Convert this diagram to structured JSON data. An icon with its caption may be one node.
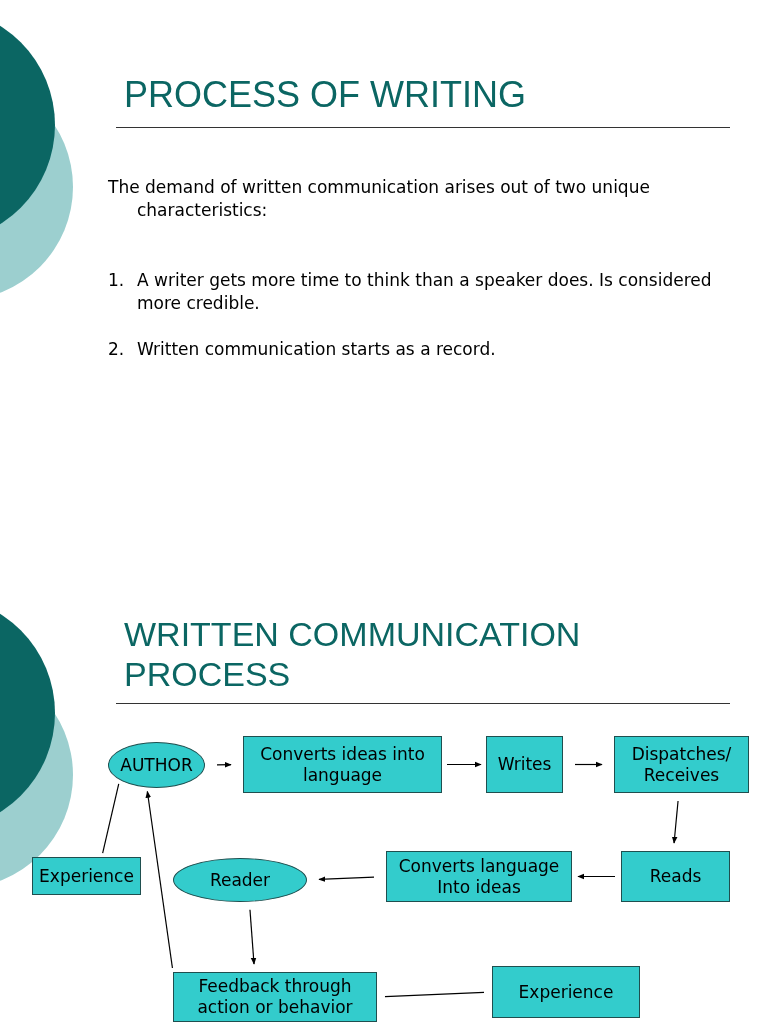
{
  "diagram": {
    "title": "PROCESS OF WRITING",
    "nodes": [
      {
        "text": [
          "AUTHOR"
        ]
      },
      {
        "text": [
          "Converts ideas into language"
        ]
      },
      {
        "text": [
          "Writes"
        ]
      },
      {
        "text": [
          "Dispatches/ Receives"
        ]
      },
      {
        "text": [
          "Experience"
        ]
      },
      {
        "text": [
          "Reader"
        ]
      },
      {
        "text": [
          "Converts language Into ideas"
        ]
      },
      {
        "text": [
          "Reads"
        ]
      },
      {
        "text": [
          "Feedback through action or behavior"
        ]
      },
      {
        "text": [
          "Experience"
        ]
      }
    ],
    "edges": [
      {
        "from": 0,
        "to": 1,
        "arrow": "to"
      },
      {
        "from": 1,
        "to": 2,
        "arrow": "to"
      },
      {
        "from": 2,
        "to": 3,
        "arrow": "to"
      },
      {
        "from": 3,
        "to": 7,
        "arrow": "to"
      },
      {
        "from": 7,
        "to": 6,
        "arrow": "to"
      },
      {
        "from": 6,
        "to": 5,
        "arrow": "to"
      },
      {
        "from": 5,
        "to": 8,
        "arrow": "to"
      },
      {
        "from": 8,
        "to": 0,
        "arrow": "to"
      },
      {
        "from": 4,
        "to": 0,
        "arrow": "none"
      },
      {
        "from": 8,
        "to": 9,
        "arrow": "none"
      }
    ],
    "labels": [
      "The demand of written communication arises out of two unique characteristics:",
      "1.",
      "A writer gets more time to think than a speaker does. Is considered more credible.",
      "2.",
      "Written communication starts as a record.",
      "WRITTEN COMMUNICATION PROCESS"
    ]
  }
}
